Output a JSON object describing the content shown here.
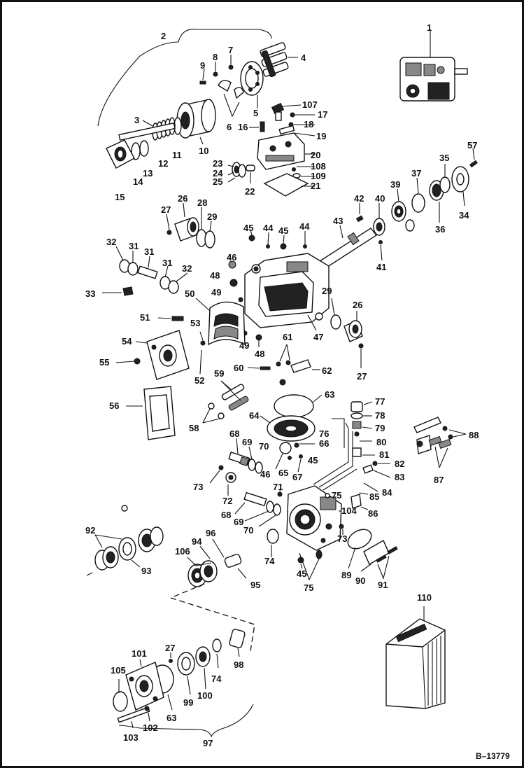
{
  "drawing_ref": "B–13779",
  "callouts": [
    "1",
    "2",
    "3",
    "4",
    "5",
    "6",
    "7",
    "8",
    "9",
    "10",
    "11",
    "12",
    "13",
    "14",
    "15",
    "16",
    "17",
    "18",
    "19",
    "20",
    "21",
    "22",
    "23",
    "24",
    "25",
    "26",
    "27",
    "28",
    "29",
    "31",
    "32",
    "33",
    "34",
    "35",
    "36",
    "37",
    "39",
    "40",
    "41",
    "42",
    "43",
    "44",
    "45",
    "46",
    "47",
    "48",
    "49",
    "50",
    "51",
    "52",
    "53",
    "54",
    "55",
    "56",
    "57",
    "58",
    "59",
    "60",
    "61",
    "62",
    "63",
    "64",
    "65",
    "66",
    "67",
    "68",
    "69",
    "70",
    "71",
    "72",
    "73",
    "74",
    "75",
    "76",
    "77",
    "78",
    "79",
    "80",
    "81",
    "82",
    "83",
    "84",
    "85",
    "86",
    "87",
    "88",
    "89",
    "90",
    "91",
    "92",
    "93",
    "94",
    "95",
    "96",
    "97",
    "98",
    "99",
    "100",
    "101",
    "102",
    "103",
    "104",
    "105",
    "106",
    "107",
    "108",
    "109",
    "110"
  ]
}
